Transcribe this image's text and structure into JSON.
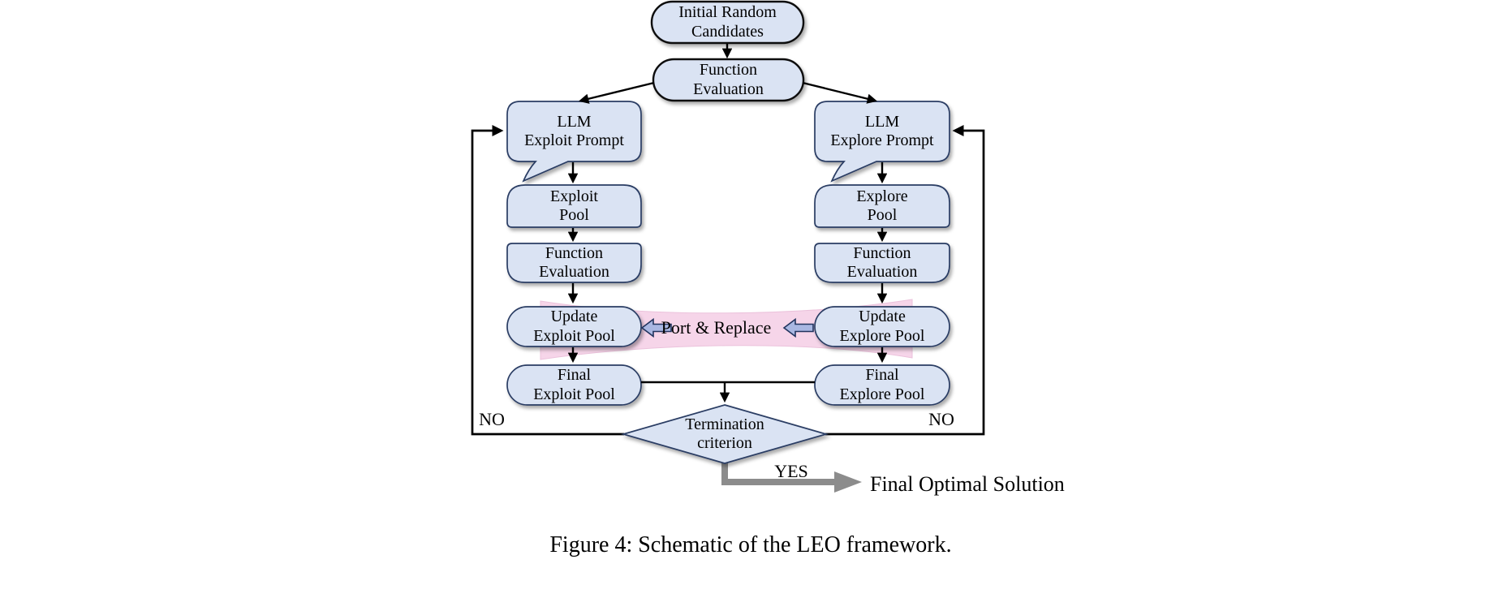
{
  "figure": {
    "caption": "Figure 4: Schematic of the LEO framework."
  },
  "diagram": {
    "nodes": {
      "initial_candidates": "Initial Random\nCandidates",
      "function_evaluation_top": "Function\nEvaluation",
      "llm_exploit_prompt": "LLM\nExploit Prompt",
      "llm_explore_prompt": "LLM\nExplore Prompt",
      "exploit_pool": "Exploit\nPool",
      "explore_pool": "Explore\nPool",
      "function_evaluation_exploit": "Function\nEvaluation",
      "function_evaluation_explore": "Function\nEvaluation",
      "update_exploit_pool": "Update\nExploit Pool",
      "update_explore_pool": "Update\nExplore Pool",
      "final_exploit_pool": "Final\nExploit Pool",
      "final_explore_pool": "Final\nExplore Pool",
      "termination_criterion": "Termination\ncriterion"
    },
    "labels": {
      "port_replace": "Port & Replace",
      "no_left": "NO",
      "no_right": "NO",
      "yes": "YES",
      "final_solution": "Final Optimal Solution"
    },
    "colors": {
      "node_fill": "#dae3f3",
      "node_border": "#2a3c64",
      "node_border_dark": "#111111",
      "ribbon_pink": "#f6d2e8",
      "block_arrow_fill": "#a9b7e2",
      "flow_arrow_black": "#000000",
      "yes_arrow_gray": "#8c8c8c"
    }
  }
}
